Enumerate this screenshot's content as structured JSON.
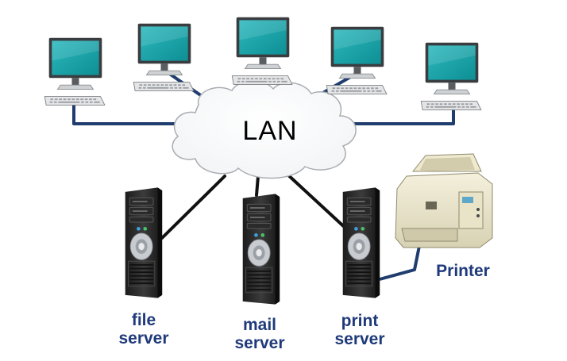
{
  "network": {
    "label": "LAN"
  },
  "workstations": [
    {
      "icon": "desktop-computer-icon"
    },
    {
      "icon": "desktop-computer-icon"
    },
    {
      "icon": "desktop-computer-icon"
    },
    {
      "icon": "desktop-computer-icon"
    },
    {
      "icon": "desktop-computer-icon"
    }
  ],
  "servers": [
    {
      "line1": "file",
      "line2": "server",
      "icon": "tower-server-icon"
    },
    {
      "line1": "mail",
      "line2": "server",
      "icon": "tower-server-icon"
    },
    {
      "line1": "print",
      "line2": "server",
      "icon": "tower-server-icon"
    }
  ],
  "printer": {
    "label": "Printer",
    "icon": "printer-icon"
  },
  "colors": {
    "screen": "#1aa3a8",
    "bezel": "#3a3d40",
    "cable": "#1f3d6e",
    "cable_server": "#111111",
    "label": "#1f3a7a",
    "cloud": "#ffffff"
  }
}
